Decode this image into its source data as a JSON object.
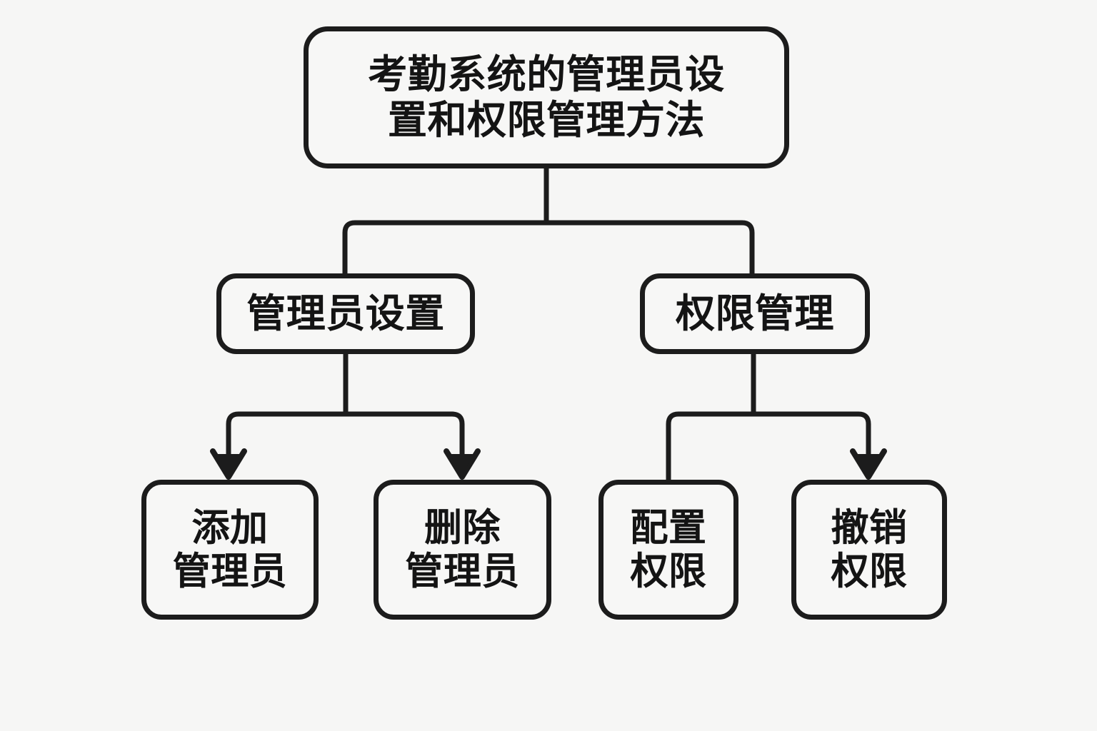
{
  "diagram": {
    "title": "考勤系统的管理员设置和权限管理方法",
    "background_color": "#f6f6f5",
    "stroke_color": "#1c1c1c",
    "node_fill_color": "#f7f7f6",
    "text_color": "#141414",
    "root": {
      "id": "root",
      "label": "考勤系统的管理员设\n置和权限管理方法"
    },
    "branches": [
      {
        "id": "admin-settings",
        "label": "管理员设置"
      },
      {
        "id": "permission-management",
        "label": "权限管理"
      }
    ],
    "leaves": [
      {
        "id": "add-admin",
        "label": "添加\n管理员",
        "parent": "admin-settings",
        "arrowhead": true
      },
      {
        "id": "delete-admin",
        "label": "删除\n管理员",
        "parent": "admin-settings",
        "arrowhead": true
      },
      {
        "id": "configure-permission",
        "label": "配置\n权限",
        "parent": "permission-management",
        "arrowhead": false
      },
      {
        "id": "revoke-permission",
        "label": "撤销\n权限",
        "parent": "permission-management",
        "arrowhead": true
      }
    ]
  }
}
